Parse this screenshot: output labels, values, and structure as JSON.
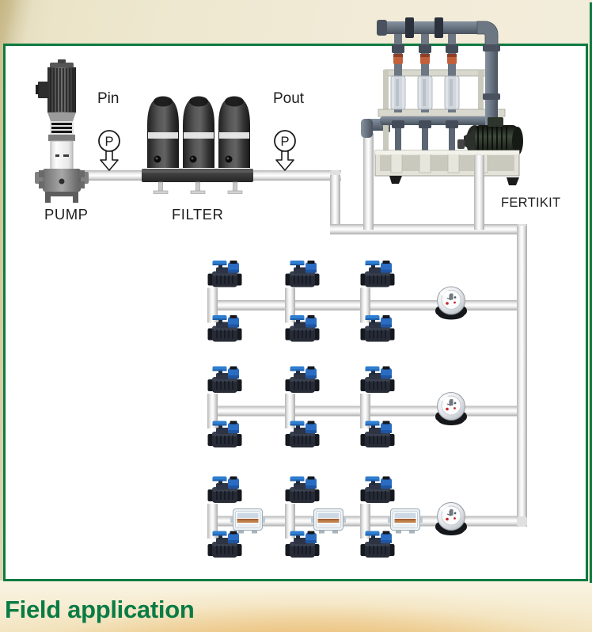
{
  "title": "Field application",
  "diagram": {
    "labels": {
      "pump": "PUMP",
      "filter": "FILTER",
      "fertikit": "FERTIKIT",
      "pressure_in": "Pin",
      "pressure_out": "Pout",
      "gauge_symbol": "P"
    },
    "counts": {
      "filter_tanks": 3,
      "fertikit_injectors": 3,
      "irrigation_zones": 3,
      "valves_per_zone": 6,
      "water_meters": 3,
      "zone_controllers": 3
    },
    "colors": {
      "frame_green": "#0e7a41",
      "title_green": "#0a7b44",
      "valve_blue": "#2e7fd2",
      "pipe_highlight": "#ffffff",
      "pipe_shade": "#b5b5b5",
      "background_beige": "#ebe3c6",
      "glow_orange": "#e5a03e"
    },
    "icons": {
      "valve": "irrigation-valve-icon",
      "meter": "water-meter-icon",
      "controller": "controller-icon",
      "gauge": "pressure-gauge-icon"
    }
  }
}
